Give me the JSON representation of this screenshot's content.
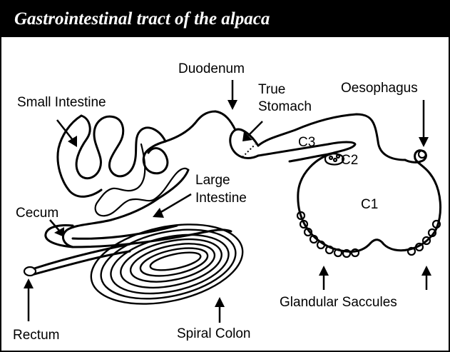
{
  "title": "Gastrointestinal tract of the alpaca",
  "labels": {
    "duodenum": "Duodenum",
    "true_stomach_line1": "True",
    "true_stomach_line2": "Stomach",
    "oesophagus": "Oesophagus",
    "small_intestine": "Small Intestine",
    "c3": "C3",
    "c2": "C2",
    "c1": "C1",
    "large_intestine_line1": "Large",
    "large_intestine_line2": "Intestine",
    "cecum": "Cecum",
    "glandular_saccules": "Glandular Saccules",
    "rectum": "Rectum",
    "spiral_colon": "Spiral Colon"
  },
  "colors": {
    "ink": "#000000",
    "background": "#ffffff",
    "title_text": "#ffffff"
  }
}
